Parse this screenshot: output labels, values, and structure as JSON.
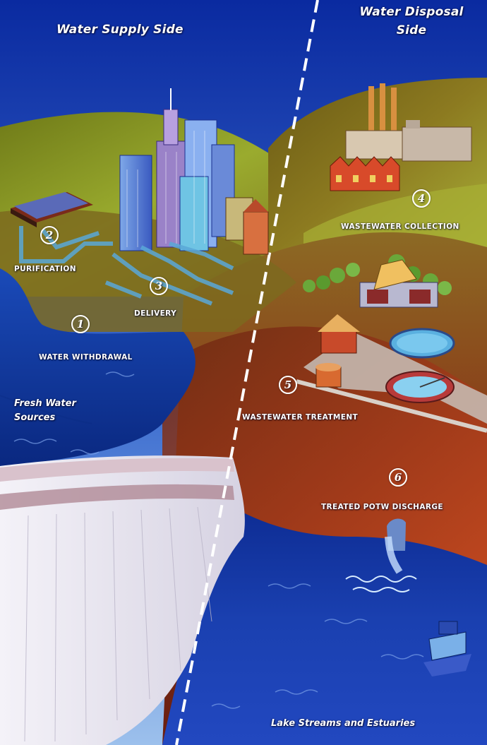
{
  "headings": {
    "supply_side": "Water Supply Side",
    "disposal_side": "Water Disposal Side"
  },
  "steps": [
    {
      "number": "1",
      "label": "WATER WITHDRAWAL"
    },
    {
      "number": "2",
      "label": "PURIFICATION"
    },
    {
      "number": "3",
      "label": "DELIVERY"
    },
    {
      "number": "4",
      "label": "WASTEWATER COLLECTION"
    },
    {
      "number": "5",
      "label": "WASTEWATER TREATMENT"
    },
    {
      "number": "6",
      "label": "TREATED POTW DISCHARGE"
    }
  ],
  "regions": {
    "fresh_water": "Fresh Water Sources",
    "lake": "Lake Streams and Estuaries"
  },
  "colors": {
    "sky_top": "#0a2aa0",
    "sky_bottom": "#8fb6e8",
    "land_green": "#8a9a2a",
    "land_brown": "#8a4a1a",
    "water_blue": "#0a3aa0",
    "cliff": "#e8e4ee"
  }
}
